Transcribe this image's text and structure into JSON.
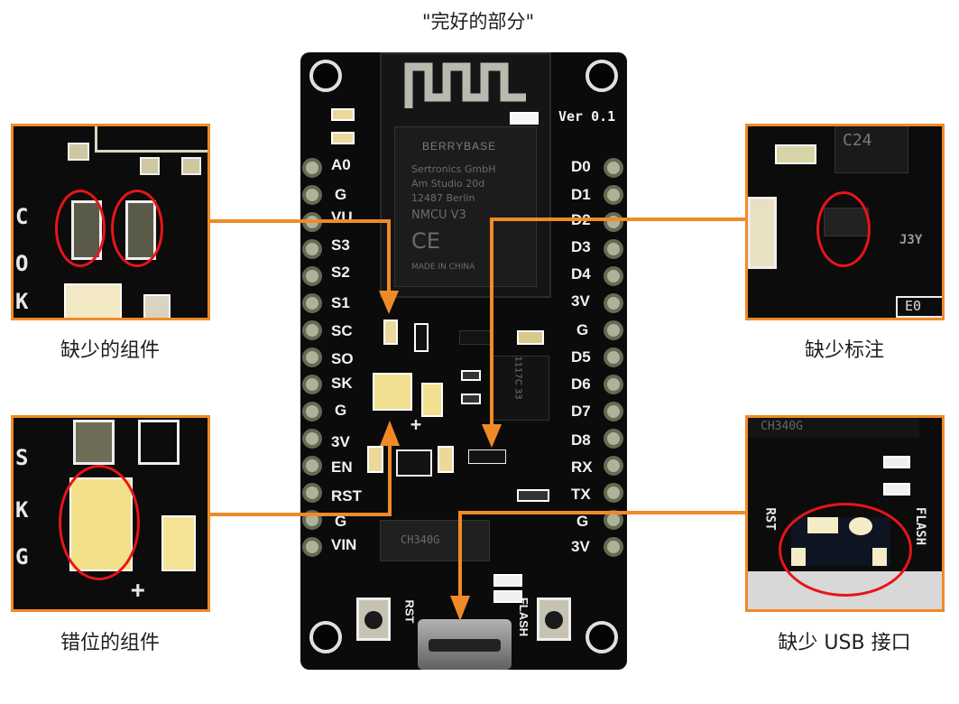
{
  "title": "\"完好的部分\"",
  "captions": {
    "top_left": "缺少的组件",
    "bottom_left": "错位的组件",
    "top_right": "缺少标注",
    "bottom_right": "缺少 USB 接口"
  },
  "board": {
    "brand": "BERRYBASE",
    "module_text": [
      "Sertronics GmbH",
      "Am Studio 20d",
      "12487 Berlin",
      "NMCU V3",
      "CE",
      "MADE IN CHINA"
    ],
    "version": "Ver 0.1",
    "left_pins": [
      "A0",
      "G",
      "VU",
      "S3",
      "S2",
      "S1",
      "SC",
      "SO",
      "SK",
      "G",
      "3V",
      "EN",
      "RST",
      "G",
      "VIN"
    ],
    "right_pins": [
      "D0",
      "D1",
      "D2",
      "D3",
      "D4",
      "3V",
      "G",
      "D5",
      "D6",
      "D7",
      "D8",
      "RX",
      "TX",
      "G",
      "3V"
    ],
    "button_left": "RST",
    "button_right": "FLASH",
    "regulator": "1117C 33",
    "usb_chip": "CH340G"
  },
  "panel_texts": {
    "top_right_labels": [
      "C24",
      "J3Y",
      "E0"
    ],
    "bottom_right_labels": [
      "RST",
      "FLASH",
      "CH340G"
    ],
    "top_left_letters": [
      "C",
      "O",
      "K"
    ],
    "bottom_left_letters": [
      "S",
      "K",
      "G"
    ]
  },
  "colors": {
    "accent_orange": "#f08a26",
    "highlight_red": "#e8141a",
    "board_black": "#0b0c0b"
  }
}
